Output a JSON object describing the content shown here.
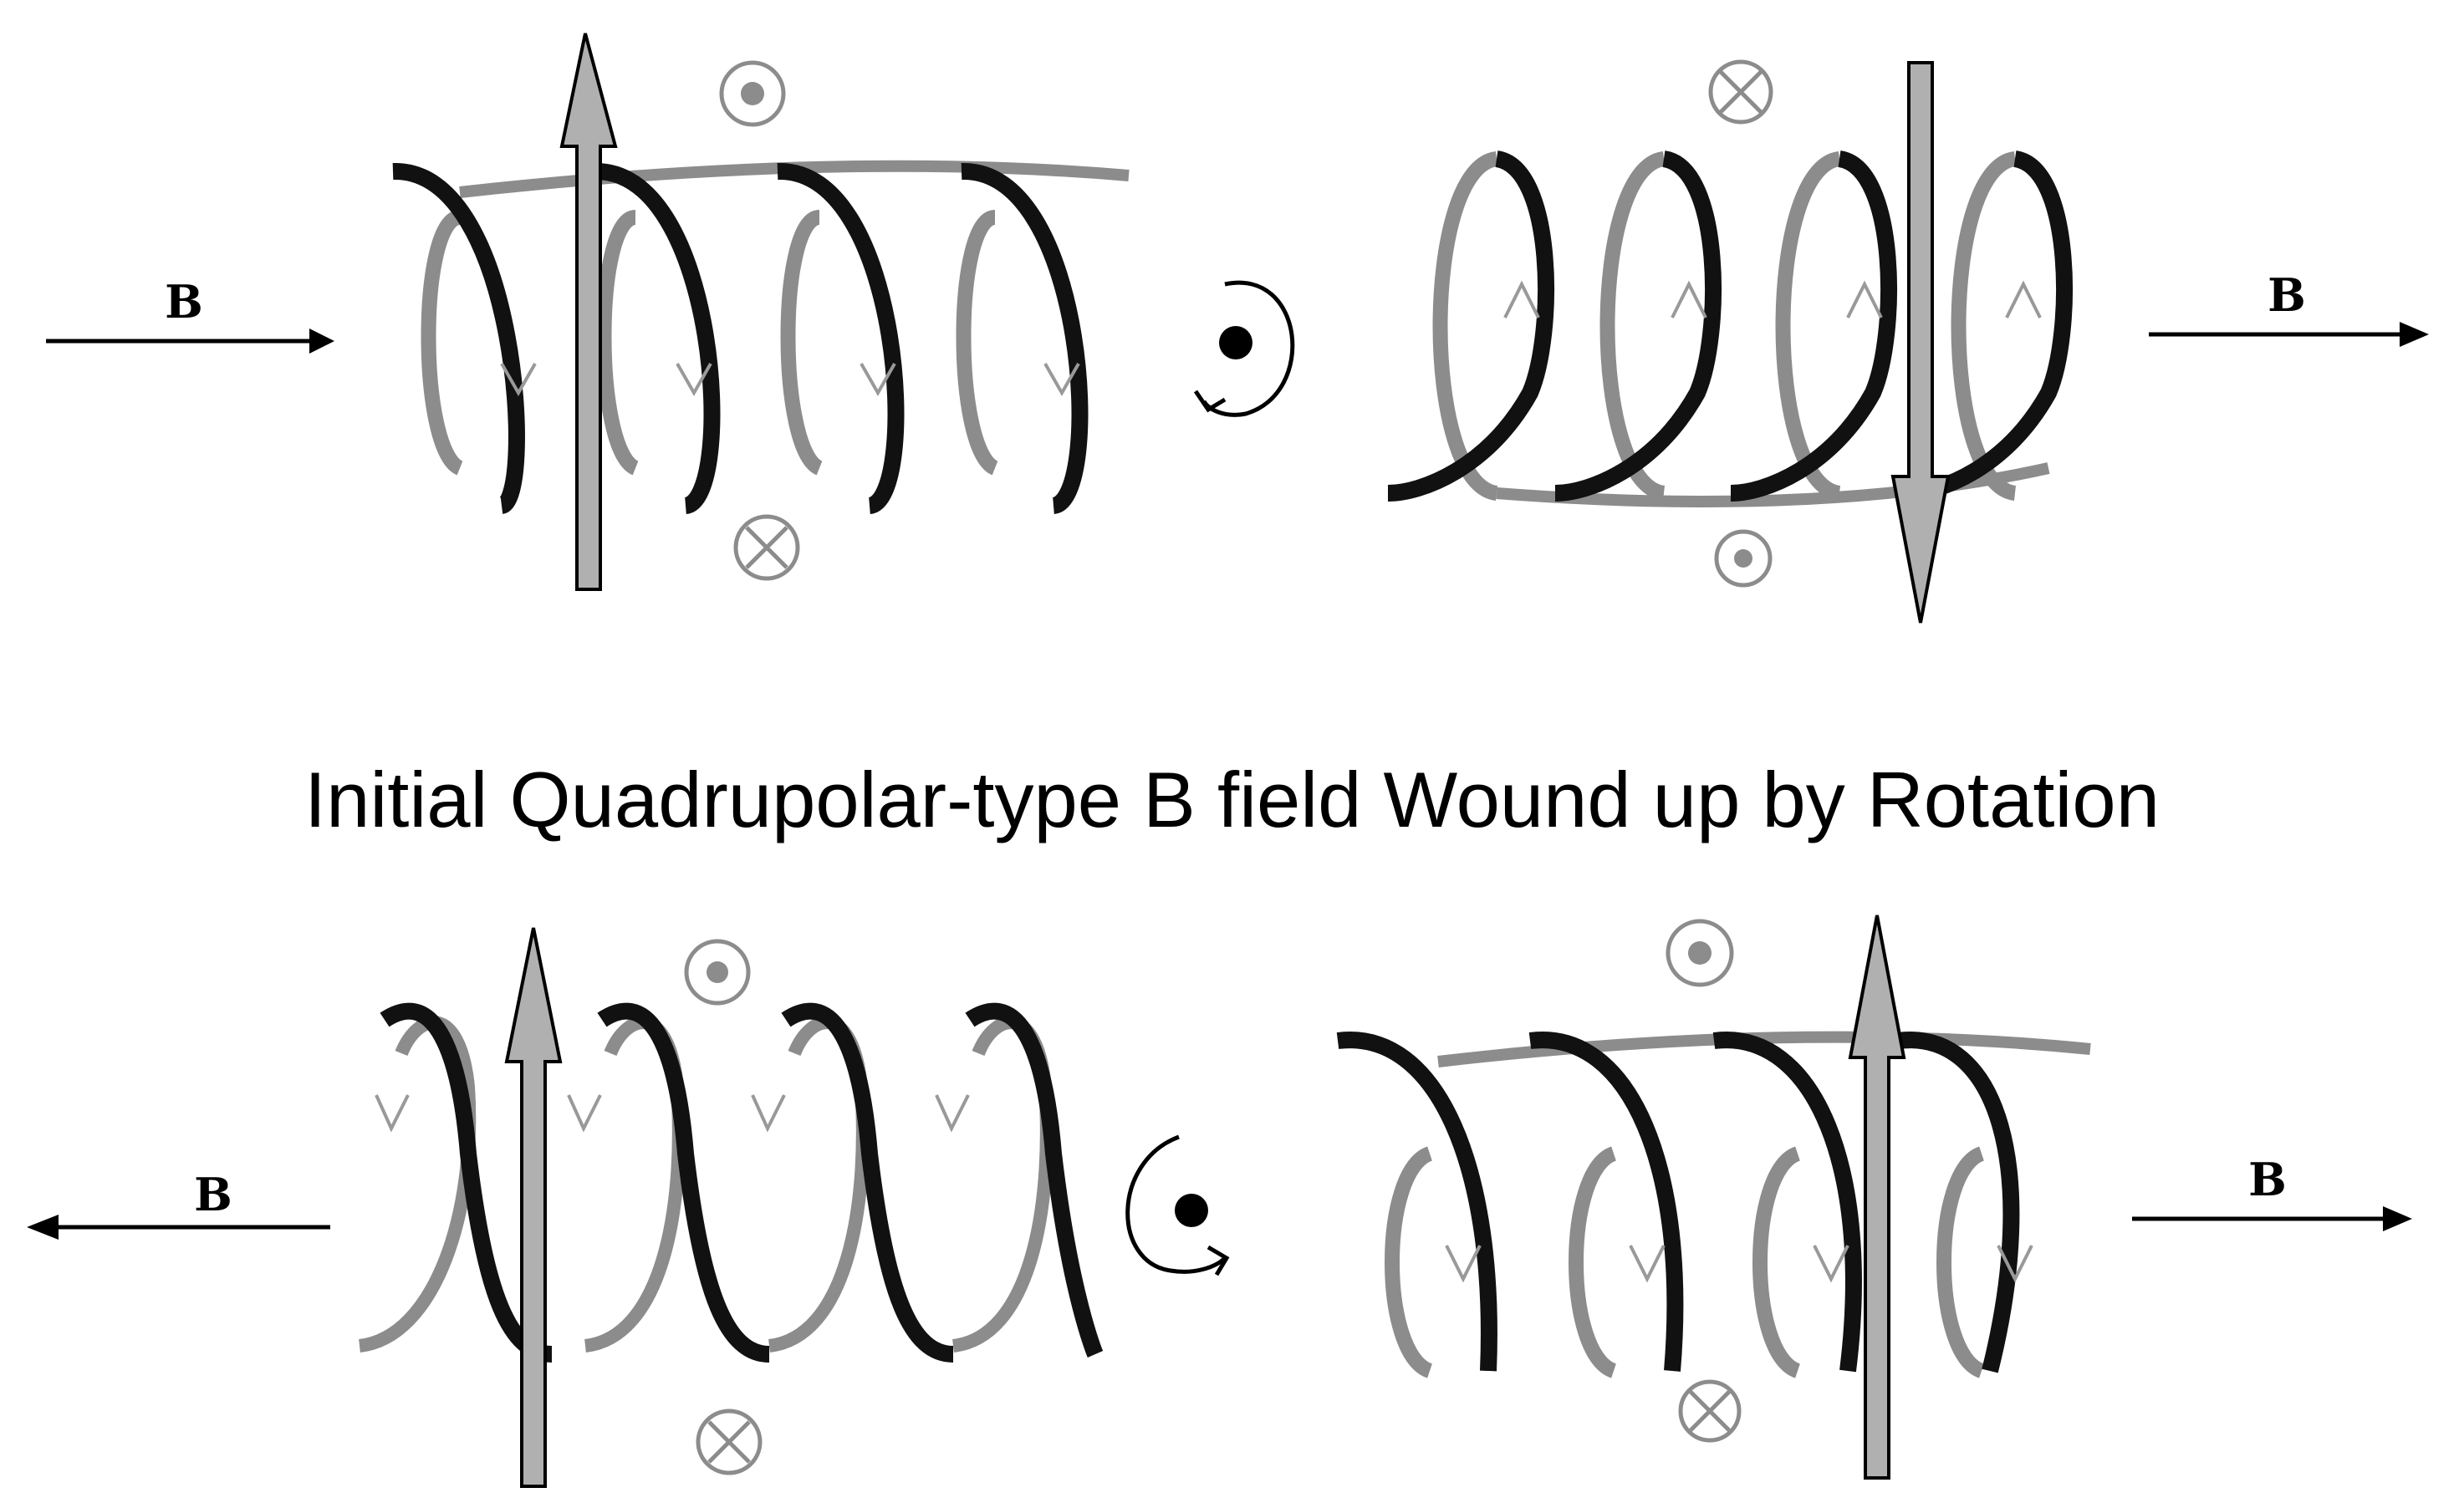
{
  "caption": "Initial Quadrupolar-type B field Wound up by Rotation",
  "field_label": "B",
  "colors": {
    "dark_coil": "#111111",
    "light_coil": "#8c8c8c",
    "rotation_arrow": "#b0b0b0",
    "symbol": "#8c8c8c"
  },
  "panels": [
    {
      "id": "top-left",
      "field_direction": "right",
      "rotation_arrow": "up",
      "top_symbol": "dot-icon",
      "bottom_symbol": "cross-icon",
      "current_arrows": "down"
    },
    {
      "id": "top-right",
      "field_direction": "right",
      "rotation_arrow": "down",
      "top_symbol": "cross-icon",
      "bottom_symbol": "dot-icon",
      "current_arrows": "up"
    },
    {
      "id": "bottom-left",
      "field_direction": "left",
      "rotation_arrow": "up",
      "top_symbol": "dot-icon",
      "bottom_symbol": "cross-icon",
      "current_arrows": "down"
    },
    {
      "id": "bottom-right",
      "field_direction": "right",
      "rotation_arrow": "up",
      "top_symbol": "dot-icon",
      "bottom_symbol": "cross-icon",
      "current_arrows": "down"
    }
  ],
  "rotation_symbols": [
    {
      "id": "top",
      "type": "rotation-out-of-page-icon"
    },
    {
      "id": "bottom",
      "type": "rotation-out-of-page-icon"
    }
  ]
}
